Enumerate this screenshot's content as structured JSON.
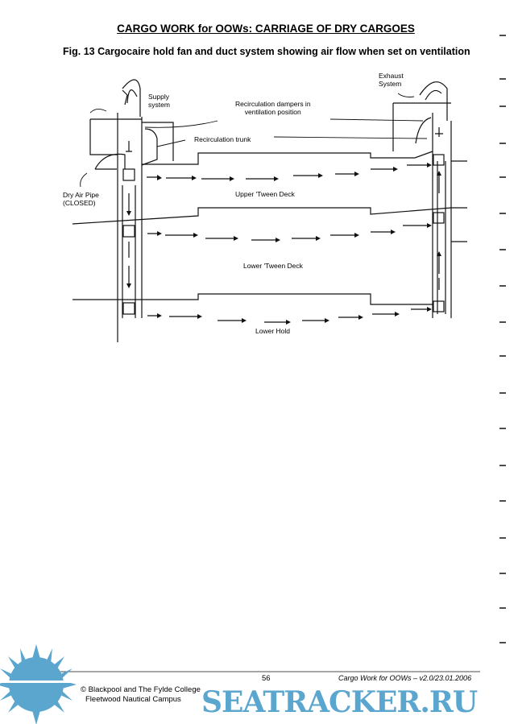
{
  "header": {
    "title": "CARGO WORK for OOWs: CARRIAGE OF DRY CARGOES"
  },
  "figure": {
    "caption": "Fig. 13 Cargocaire hold fan and duct system showing air flow when set on ventilation",
    "labels": {
      "supply": [
        "Supply",
        "system"
      ],
      "exhaust": [
        "Exhaust",
        "System"
      ],
      "dampers": [
        "Recirculation dampers in",
        "ventilation position"
      ],
      "trunk": "Recirculation trunk",
      "dry_air": [
        "Dry Air Pipe",
        "(CLOSED)"
      ],
      "upper": "Upper 'Tween Deck",
      "lower": "Lower 'Tween Deck",
      "hold": "Lower Hold"
    }
  },
  "footer": {
    "page": "56",
    "doc": "Cargo Work for OOWs – v2.0/23.01.2006",
    "copyright": "© Blackpool and The Fylde College",
    "campus": "Fleetwood Nautical Campus"
  },
  "watermark": {
    "text": "SEATRACKER.RU",
    "color": "#5ba6cf"
  }
}
